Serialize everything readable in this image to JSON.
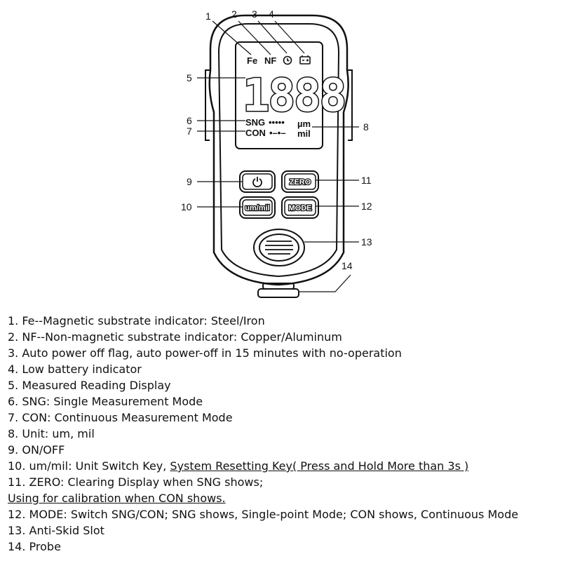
{
  "callouts": {
    "c1": "1",
    "c2": "2",
    "c3": "3",
    "c4": "4",
    "c5": "5",
    "c6": "6",
    "c7": "7",
    "c8": "8",
    "c9": "9",
    "c10": "10",
    "c11": "11",
    "c12": "12",
    "c13": "13",
    "c14": "14"
  },
  "display": {
    "fe": "Fe",
    "nf": "NF",
    "reading": "1888",
    "sng": "SNG",
    "sng_dots": "•••••",
    "con": "CON",
    "con_dots": "•–•–",
    "unit_um": "µm",
    "unit_mil": "mil"
  },
  "buttons": {
    "zero": "ZERO",
    "unit": "um/mil",
    "mode": "MODE"
  },
  "icons": {
    "power": "power-icon",
    "clock": "clock-icon",
    "battery": "battery-icon"
  },
  "legend": {
    "l1": "1. Fe--Magnetic substrate indicator: Steel/Iron",
    "l2": "2. NF--Non-magnetic substrate indicator: Copper/Aluminum",
    "l3": "3. Auto power off flag, auto power-off in 15 minutes with no-operation",
    "l4": "4. Low battery indicator",
    "l5": "5. Measured Reading Display",
    "l6": "6. SNG: Single Measurement Mode",
    "l7": "7. CON: Continuous Measurement Mode",
    "l8": "8. Unit: um, mil",
    "l9": "9. ON/OFF",
    "l10_a": "10. um/mil: Unit Switch Key, ",
    "l10_b": "System Resetting Key( Press and Hold More than 3s )",
    "l11": "11. ZERO: Clearing Display when SNG shows;",
    "l11_cont": "Using for calibration when CON shows.",
    "l12": "12. MODE: Switch SNG/CON; SNG shows, Single-point Mode; CON shows, Continuous Mode",
    "l13": "13. Anti-Skid Slot",
    "l14": "14. Probe"
  }
}
